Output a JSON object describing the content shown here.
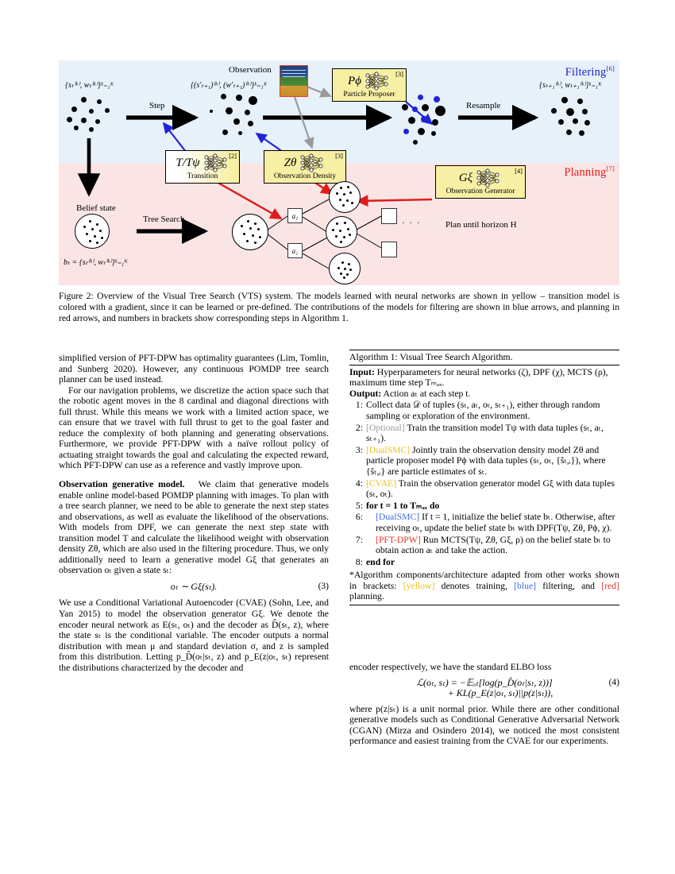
{
  "figure": {
    "bands": {
      "filtering_label": "Filtering",
      "filtering_sup": "[6]",
      "planning_label": "Planning",
      "planning_sup": "[7]",
      "filtering_color": "#2020cf",
      "planning_color": "#e01b1b",
      "filtering_bg": "#e6f1fa",
      "planning_bg": "#fbe4e4"
    },
    "labels": {
      "observation": "Observation",
      "step": "Step",
      "resample": "Resample",
      "belief_state": "Belief state",
      "tree_search": "Tree Search",
      "plan_until": "Plan until horizon H",
      "ellipsis": "· · ·"
    },
    "math": {
      "particles_t": "{sₜ⁽ᵏ⁾, wₜ⁽ᵏ⁾}ᵏ₌₁ᴷ",
      "particles_prop": "{(s′ₜ₊₁)⁽ᵏ⁾, (w′ₜ₊₁)⁽ᵏ⁾}ᵏ₌₁ᴷ",
      "particles_next": "{sₜ₊₁⁽ᵏ⁾, wₜ₊₁⁽ᵏ⁾}ᵏ₌₁ᴷ",
      "belief_def": "bₜ = {sₜ⁽ᵏ⁾, wₜ⁽ᵏ⁾}ᵏ₌₁ᴷ"
    },
    "model_boxes": [
      {
        "symbol": "T/Tψ",
        "caption": "Transition",
        "number": "[2]",
        "style": "gradient"
      },
      {
        "symbol": "Zθ",
        "caption": "Observation Density",
        "number": "[3]",
        "style": "yellow"
      },
      {
        "symbol": "Pϕ",
        "caption": "Particle Proposer",
        "number": "[3]",
        "style": "yellow"
      },
      {
        "symbol": "Gξ",
        "caption": "Observation Generator",
        "number": "[4]",
        "style": "yellow"
      }
    ],
    "actions": [
      {
        "label": "a₁"
      },
      {
        "label": "a₂"
      }
    ]
  },
  "caption": {
    "text": "Figure 2: Overview of the Visual Tree Search (VTS) system. The models learned with neural networks are shown in yellow – transition model is colored with a gradient, since it can be learned or pre-defined. The contributions of the models for filtering are shown in blue arrows, and planning in red arrows, and numbers in brackets show corresponding steps in Algorithm 1."
  },
  "left_column": {
    "paragraphs": [
      "simplified version of PFT-DPW has optimality guarantees (Lim, Tomlin, and Sunberg 2020). However, any continuous POMDP tree search planner can be used instead.",
      "For our navigation problems, we discretize the action space such that the robotic agent moves in the 8 cardinal and diagonal directions with full thrust. While this means we work with a limited action space, we can ensure that we travel with full thrust to get to the goal faster and reduce the complexity of both planning and generating observations. Furthermore, we provide PFT-DPW with a naïve rollout policy of actuating straight towards the goal and calculating the expected reward, which PFT-DPW can use as a reference and vastly improve upon."
    ],
    "heading": "Observation generative model.",
    "heading_paragraph": "We claim that generative models enable online model-based POMDP planning with images. To plan with a tree search planner, we need to be able to generate the next step states and observations, as well as evaluate the likelihood of the observations. With models from DPF, we can generate the next step state with transition model T and calculate the likelihood weight with observation density Zθ, which are also used in the filtering procedure. Thus, we only additionally need to learn a generative model Gξ that generates an observation oₜ given a state sₜ:",
    "equation": {
      "body": "oₜ ∼ Gξ(sₜ).",
      "number": "(3)"
    },
    "tail_paragraph": "We use a Conditional Variational Autoencoder (CVAE) (Sohn, Lee, and Yan 2015) to model the observation generator Gξ. We denote the encoder neural network as E(sₜ, oₜ) and the decoder as D̂(sₜ, z), where the state sₜ is the conditional variable. The encoder outputs a normal distribution with mean μ and standard deviation σ, and z is sampled from this distribution. Letting p_D̂(oₜ|sₜ, z) and p_E(z|oₜ, sₜ) represent the distributions characterized by the decoder and"
  },
  "algorithm": {
    "title": "Algorithm 1: Visual Tree Search Algorithm.",
    "input_label": "Input:",
    "input_text": " Hyperparameters for neural networks (ζ), DPF (χ), MCTS (ρ), maximum time step Tₘₐₓ.",
    "output_label": "Output:",
    "output_text": " Action aₜ at each step t.",
    "steps": [
      {
        "num": "1:",
        "tag": "",
        "tag_color": "",
        "text": "Collect data 𝒟 of tuples (sₜ, aₜ, oₜ, sₜ₊₁), either through random sampling or exploration of the environment.",
        "indent": false
      },
      {
        "num": "2:",
        "tag": "[Optional]",
        "tag_color": "gray",
        "text": " Train the transition model Tψ with data tuples (sₜ, aₜ, sₜ₊₁).",
        "indent": false
      },
      {
        "num": "3:",
        "tag": "[DualSMC]",
        "tag_color": "yellow",
        "text": " Jointly train the observation density model Zθ and particle proposer model Pϕ with data tuples (sₜ, oₜ, {ŝₜ,ᵢ}), where {ŝₜ,ᵢ} are particle estimates of sₜ.",
        "indent": false
      },
      {
        "num": "4:",
        "tag": "[CVAE]",
        "tag_color": "yellow",
        "text": " Train the observation generator model Gξ with data tuples (sₜ, oₜ).",
        "indent": false
      },
      {
        "num": "5:",
        "tag": "",
        "tag_color": "",
        "text": "for t = 1 to Tₘₐₓ do",
        "indent": false,
        "bold": true
      },
      {
        "num": "6:",
        "tag": "[DualSMC]",
        "tag_color": "blue",
        "text": " If t = 1, initialize the belief state bₜ. Otherwise, after receiving oₜ, update the belief state bₜ with DPF(Tψ, Zθ, Pϕ, χ).",
        "indent": true
      },
      {
        "num": "7:",
        "tag": "[PFT-DPW]",
        "tag_color": "red",
        "text": " Run MCTS(Tψ, Zθ, Gξ, ρ) on the belief state bₜ to obtain action aₜ and take the action.",
        "indent": true
      },
      {
        "num": "8:",
        "tag": "",
        "tag_color": "",
        "text": "end for",
        "indent": false,
        "bold": true
      }
    ],
    "footnote_pre": "*Algorithm components/architecture adapted from other works shown in brackets: ",
    "footnote_yellow": "[yellow]",
    "footnote_mid": " denotes training, ",
    "footnote_blue": "[blue]",
    "footnote_mid2": " filtering, and ",
    "footnote_red": "[red]",
    "footnote_end": " planning."
  },
  "right_column": {
    "lead": "encoder respectively, we have the standard ELBO loss",
    "equation": {
      "line1": "ℒ(oₜ, sₜ) = −𝔼ₒₜ[log(p_D̂(oₜ|sₜ, z))]",
      "line2": "+ KL(p_E(z|oₜ, sₜ)||p(z|sₜ)),",
      "number": "(4)"
    },
    "tail": "where p(z|sₜ) is a unit normal prior. While there are other conditional generative models such as Conditional Generative Adversarial Network (CGAN) (Mirza and Osindero 2014), we noticed the most consistent performance and easiest training from the CVAE for our experiments."
  }
}
